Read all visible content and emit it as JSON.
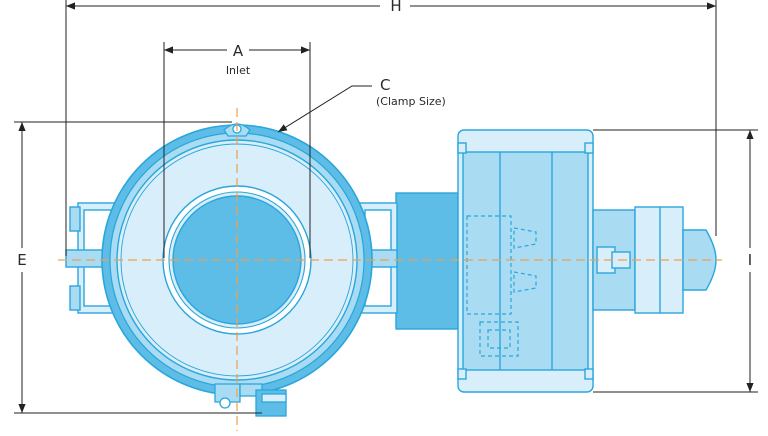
{
  "labels": {
    "h": "H",
    "a": "A",
    "inlet": "Inlet",
    "c": "C",
    "clamp_size": "(Clamp Size)",
    "e": "E",
    "i": "I"
  },
  "colors": {
    "outline": "#2aa6dc",
    "fill_light": "#d8eefa",
    "fill_mid": "#a9dcf3",
    "fill_dark": "#5dbde7",
    "centerline": "#f0a04b",
    "dimension": "#222222"
  }
}
